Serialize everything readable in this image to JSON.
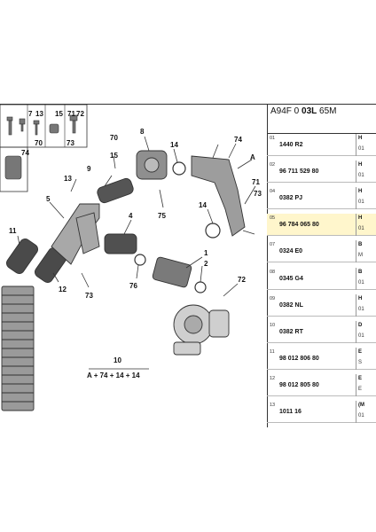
{
  "header": {
    "ref_prefix": "A94F 0 ",
    "ref_bold": "03L",
    "ref_suffix": " 65M"
  },
  "diagram": {
    "callouts": [
      "7",
      "13",
      "15",
      "71",
      "72",
      "70",
      "73",
      "74",
      "13",
      "5",
      "9",
      "8",
      "70",
      "14",
      "74",
      "15",
      "A",
      "71",
      "75",
      "14",
      "73",
      "11",
      "4",
      "73",
      "12",
      "76",
      "1",
      "2",
      "72",
      "10",
      "A + 74 + 14 + 14"
    ]
  },
  "parts_table": [
    {
      "index": "01",
      "part_number": "1440 R2",
      "code": "H",
      "qty": "01"
    },
    {
      "index": "02",
      "part_number": "96 711 529 80",
      "code": "H",
      "qty": "01"
    },
    {
      "index": "04",
      "part_number": "0382 PJ",
      "code": "H",
      "qty": "01"
    },
    {
      "index": "05",
      "part_number": "96 784 065 80",
      "code": "H",
      "qty": "01"
    },
    {
      "index": "07",
      "part_number": "0324 E0",
      "code": "B",
      "qty": "M"
    },
    {
      "index": "08",
      "part_number": "0345 G4",
      "code": "B",
      "qty": "01"
    },
    {
      "index": "09",
      "part_number": "0382 NL",
      "code": "H",
      "qty": "01"
    },
    {
      "index": "10",
      "part_number": "0382 RT",
      "code": "D",
      "qty": "01"
    },
    {
      "index": "11",
      "part_number": "98 012 806 80",
      "code": "E",
      "qty": "S"
    },
    {
      "index": "12",
      "part_number": "98 012 805 80",
      "code": "E",
      "qty": "E"
    },
    {
      "index": "13",
      "part_number": "1011 16",
      "code": "(M",
      "qty": "01"
    }
  ],
  "colors": {
    "line": "#333333",
    "part_fill": "#8a8a8a",
    "highlight": "#fff6cc"
  }
}
